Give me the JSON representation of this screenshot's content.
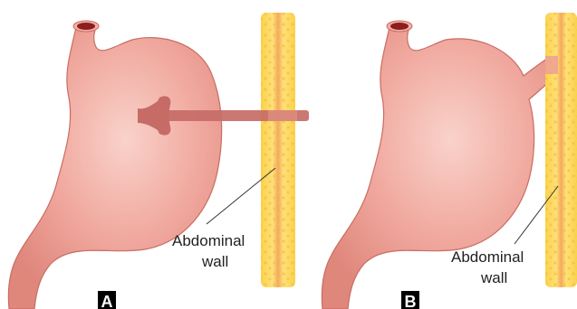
{
  "panels": [
    {
      "letter": "A",
      "wall_label_line1": "Abdominal",
      "wall_label_line2": "wall",
      "has_tube": true
    },
    {
      "letter": "B",
      "wall_label_line1": "Abdominal",
      "wall_label_line2": "wall",
      "has_tube": false
    }
  ],
  "colors": {
    "stomach_fill": "#ef9f95",
    "stomach_light": "#f7c4bb",
    "stomach_edge": "#c96d63",
    "esophagus_inner": "#8b1e1e",
    "tube": "#c76b66",
    "wall_fat": "#fbd14b",
    "wall_muscle": "#f2a35b",
    "panel_letter_bg": "#000000"
  }
}
